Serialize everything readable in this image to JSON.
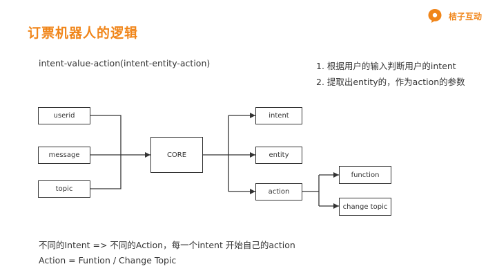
{
  "header": {
    "title": "订票机器人的逻辑",
    "brand_name": "桔子互动",
    "accent_color": "#f08519",
    "logo_icon": "orange-chat-bubble-icon"
  },
  "subtitle": "intent-value-action(intent-entity-action)",
  "notes": [
    "1. 根据用户的输入判断用户的intent",
    "2. 提取出entity的，作为action的参数"
  ],
  "diagram": {
    "inputs": [
      "userid",
      "message",
      "topic"
    ],
    "core": "CORE",
    "outputs": [
      "intent",
      "entity",
      "action"
    ],
    "action_outputs": [
      "function",
      "change topic"
    ]
  },
  "footer": {
    "line1": "不同的Intent => 不同的Action，每一个intent 开始自己的action",
    "line2": "Action = Funtion / Change Topic"
  }
}
